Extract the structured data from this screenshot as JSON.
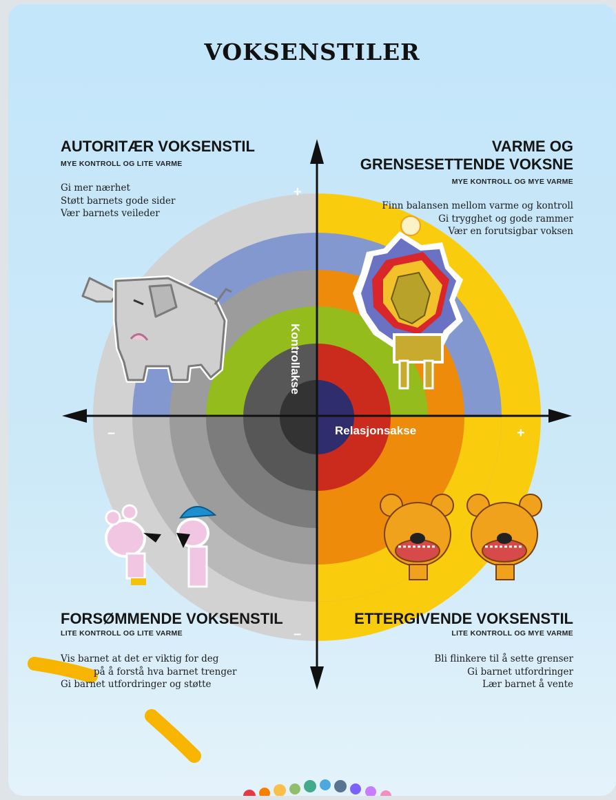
{
  "title": "VOKSENSTILER",
  "axes": {
    "vertical": "Kontrollakse",
    "horizontal": "Relasjonsakse"
  },
  "signs": {
    "top": "+",
    "right": "+",
    "left": "–",
    "bottom": "–"
  },
  "quadrants": {
    "top_left": {
      "heading": [
        "AUTORITÆR VOKSENSTIL"
      ],
      "sub": "MYE KONTROLL OG LITE VARME",
      "items": [
        "Gi mer nærhet",
        "Støtt barnets gode sider",
        "Vær barnets veileder"
      ]
    },
    "top_right": {
      "heading": [
        "VARME OG",
        "GRENSESETTENDE VOKSNE"
      ],
      "sub": "MYE KONTROLL OG MYE VARME",
      "items": [
        "Finn balansen mellom varme og kontroll",
        "Gi trygghet og gode rammer",
        "Vær en forutsigbar voksen"
      ]
    },
    "bottom_left": {
      "heading": [
        "FORSØMMENDE VOKSENSTIL"
      ],
      "sub": "LITE KONTROLL OG LITE VARME",
      "items": [
        "Vis barnet at det er viktig for deg",
        "på å forstå hva barnet trenger",
        "Gi barnet utfordringer og støtte"
      ]
    },
    "bottom_right": {
      "heading": [
        "ETTERGIVENDE VOKSENSTIL"
      ],
      "sub": "LITE KONTROLL OG MYE VARME",
      "items": [
        "Bli flinkere til å sette grenser",
        "Gi barnet utfordringer",
        "Lær barnet å vente"
      ]
    }
  },
  "illustrations": [
    "elephant",
    "lion",
    "mice",
    "lion-cubs"
  ],
  "colors": {
    "grey_rings": [
      "#d2d2d2",
      "#b9b9b9",
      "#9c9c9c",
      "#7c7c7c",
      "#575757",
      "#333333"
    ],
    "warm_rings": [
      "#f9cd0d",
      "#8298cf",
      "#ef8b0b",
      "#93bc1c",
      "#cb2b1c",
      "#2f2d6b"
    ],
    "blue_band": "#8298cf",
    "highlight": "#f7b500"
  }
}
